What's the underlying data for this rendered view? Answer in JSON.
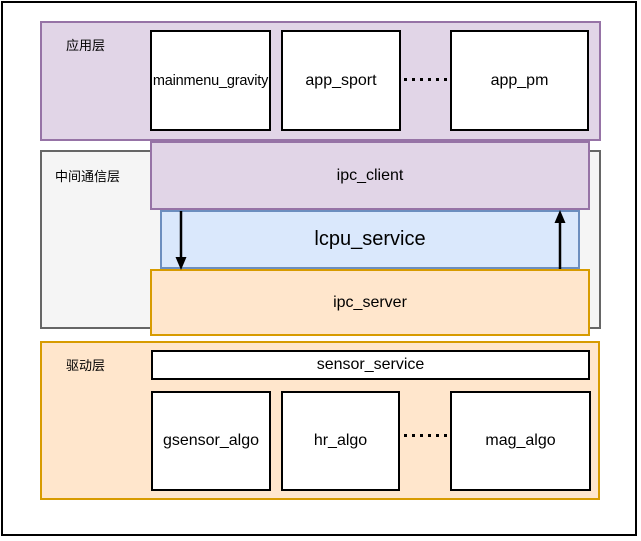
{
  "app_layer": {
    "label": "应用层",
    "nodes": [
      "mainmenu_gravity",
      "app_sport",
      "app_pm"
    ],
    "ellipsis_dots": 6
  },
  "middle_layer": {
    "label": "中间通信层",
    "ipc_client_label": "ipc_client",
    "lcpu_service_label": "lcpu_service",
    "ipc_server_label": "ipc_server"
  },
  "driver_layer": {
    "label": "驱动层",
    "sensor_service_label": "sensor_service",
    "nodes": [
      "gsensor_algo",
      "hr_algo",
      "mag_algo"
    ],
    "ellipsis_dots": 6
  },
  "arrows": [
    {
      "name": "ipc_client to ipc_server",
      "direction": "down"
    },
    {
      "name": "ipc_server to ipc_client",
      "direction": "up"
    }
  ],
  "colors": {
    "app_layer_fill": "#E1D5E7",
    "app_layer_stroke": "#9673A6",
    "middle_layer_fill": "#F5F5F5",
    "middle_layer_stroke": "#666666",
    "driver_layer_fill": "#FFE6CC",
    "driver_layer_stroke": "#D79B00",
    "lcpu_fill": "#DAE8FC",
    "lcpu_stroke": "#6C8EBF",
    "node_fill": "#FFFFFF",
    "node_stroke": "#000000",
    "arrow_color": "#000000",
    "frame_stroke": "#000000"
  }
}
